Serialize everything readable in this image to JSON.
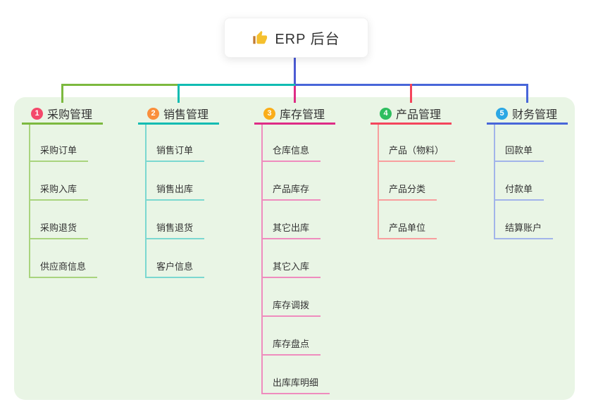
{
  "root": {
    "label": "ERP 后台",
    "icon": "thumbs-up"
  },
  "colors": {
    "canvas_bg": "#E9F5E5",
    "root_connector": "#4C5BD4",
    "text": "#333333"
  },
  "branches": [
    {
      "index": "1",
      "label": "采购管理",
      "badge_color": "#F4496B",
      "line_color": "#7CB93F",
      "child_line_color": "#A9D47E",
      "children": [
        "采购订单",
        "采购入库",
        "采购退货",
        "供应商信息"
      ]
    },
    {
      "index": "2",
      "label": "销售管理",
      "badge_color": "#FA8F3C",
      "line_color": "#10BCB2",
      "child_line_color": "#7BD8D0",
      "children": [
        "销售订单",
        "销售出库",
        "销售退货",
        "客户信息"
      ]
    },
    {
      "index": "3",
      "label": "库存管理",
      "badge_color": "#FAAD19",
      "line_color": "#DE2C86",
      "child_line_color": "#EF8CBE",
      "children": [
        "仓库信息",
        "产品库存",
        "其它出库",
        "其它入库",
        "库存调拨",
        "库存盘点",
        "出库库明细"
      ]
    },
    {
      "index": "4",
      "label": "产品管理",
      "badge_color": "#2EBE5F",
      "line_color": "#F4455C",
      "child_line_color": "#F89E9E",
      "children": [
        "产品（物料）",
        "产品分类",
        "产品单位"
      ]
    },
    {
      "index": "5",
      "label": "财务管理",
      "badge_color": "#2BA7E4",
      "line_color": "#4866D9",
      "child_line_color": "#A2B4EA",
      "children": [
        "回款单",
        "付款单",
        "结算账户"
      ]
    }
  ]
}
